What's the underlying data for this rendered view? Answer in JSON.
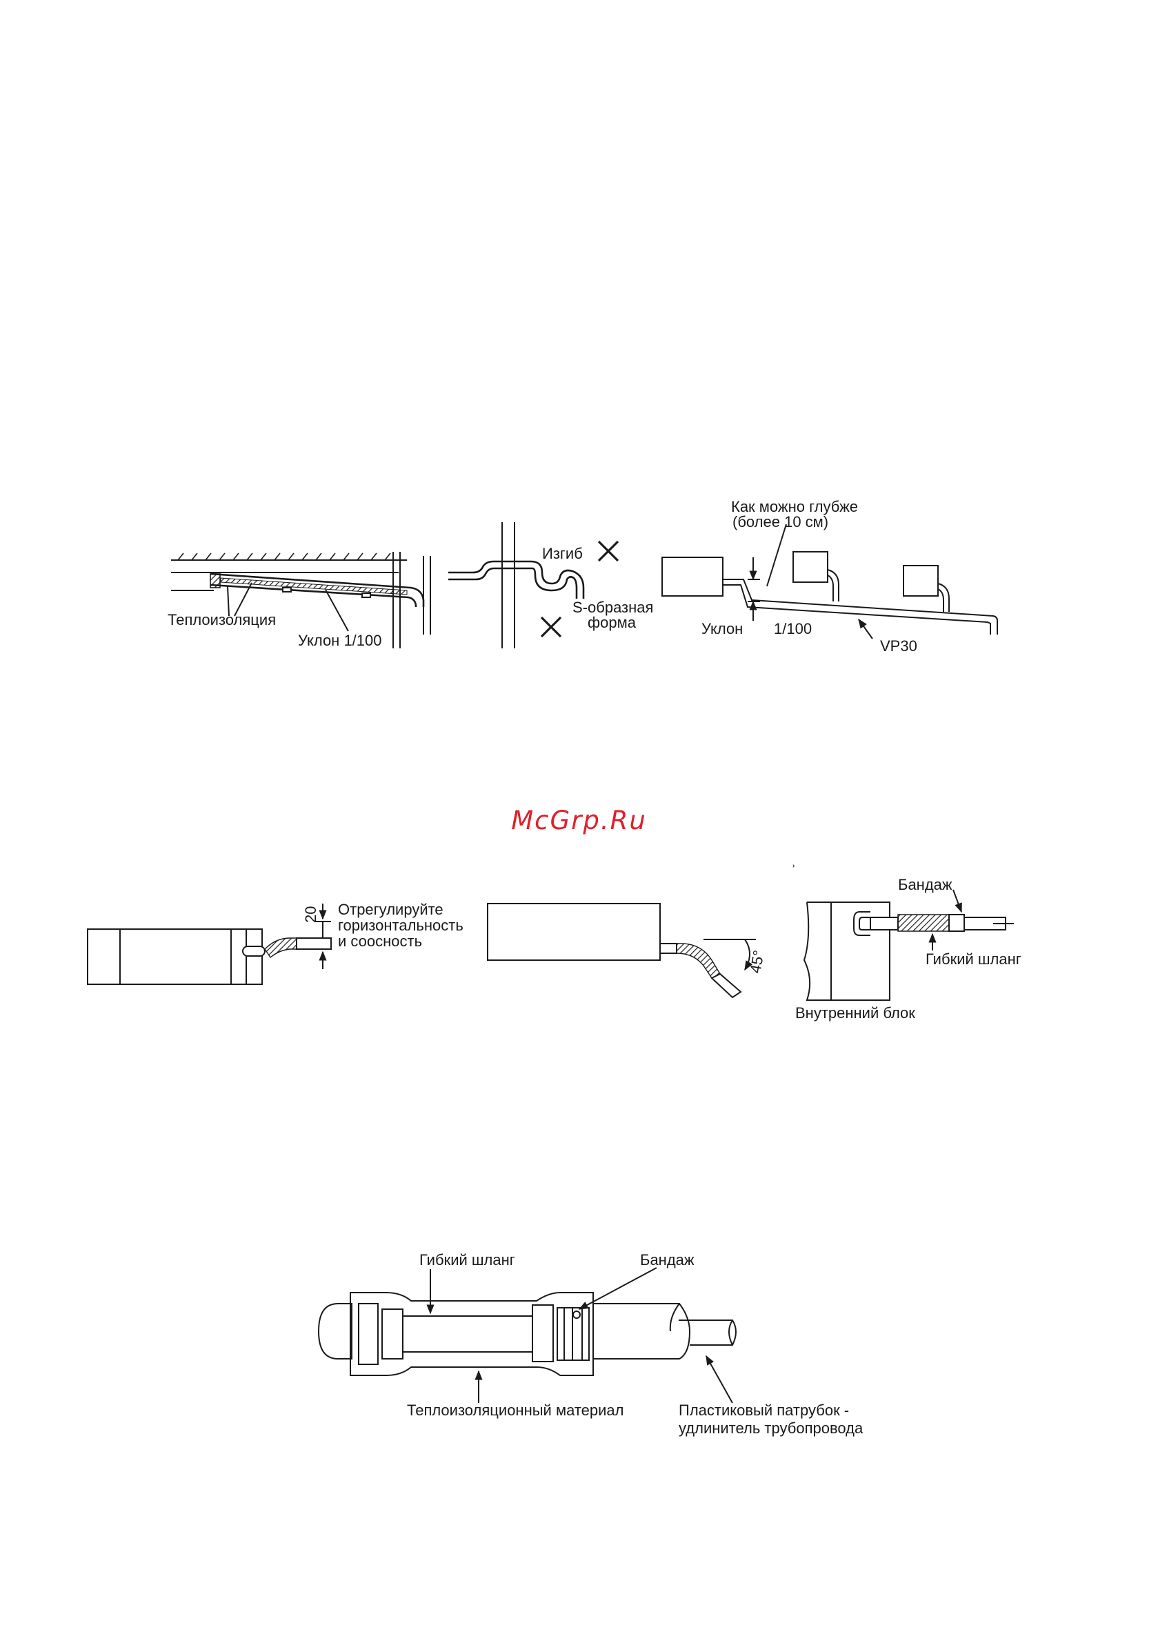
{
  "watermark": {
    "text": "McGrp.Ru",
    "color": "#e0202b"
  },
  "fig_slope": {
    "insulation_label": "Теплоизоляция",
    "slope_label": "Уклон 1/100"
  },
  "fig_bend": {
    "bend_label": "Изгиб",
    "s_shape_line1": "S-образная",
    "s_shape_line2": "форма"
  },
  "fig_depth": {
    "deep_line1": "Как можно глубже",
    "deep_line2": "(более 10 см)",
    "slope_word": "Уклон",
    "slope_value": "1/100",
    "pipe_label": "VP30"
  },
  "fig_adjust": {
    "dimension": "20",
    "note_line1": "Отрегулируйте",
    "note_line2": "горизонтальность",
    "note_line3": "и соосность"
  },
  "fig_angle": {
    "angle": "45°"
  },
  "fig_indoor": {
    "tick": "ʾ",
    "band_label": "Бандаж",
    "hose_label": "Гибкий шланг",
    "unit_label": "Внутренний блок"
  },
  "fig_joint": {
    "hose_label": "Гибкий шланг",
    "band_label": "Бандаж",
    "insulation_label": "Теплоизоляционный материал",
    "pipe_line1": "Пластиковый патрубок -",
    "pipe_line2": "удлинитель трубопровода"
  }
}
